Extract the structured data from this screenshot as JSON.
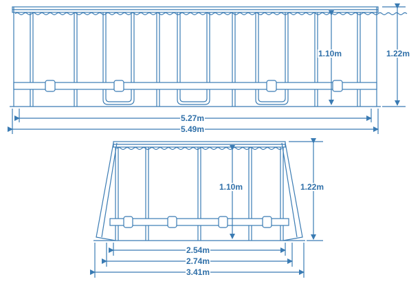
{
  "diagram": {
    "color": "#3a7bb3",
    "long_side_view": {
      "labels": {
        "inner_length": "5.27m",
        "outer_length": "5.49m",
        "water_height": "1.10m",
        "total_height": "1.22m"
      }
    },
    "short_side_view": {
      "labels": {
        "inner_width": "2.54m",
        "mid_width": "2.74m",
        "outer_width": "3.41m",
        "water_height": "1.10m",
        "total_height": "1.22m"
      }
    }
  }
}
